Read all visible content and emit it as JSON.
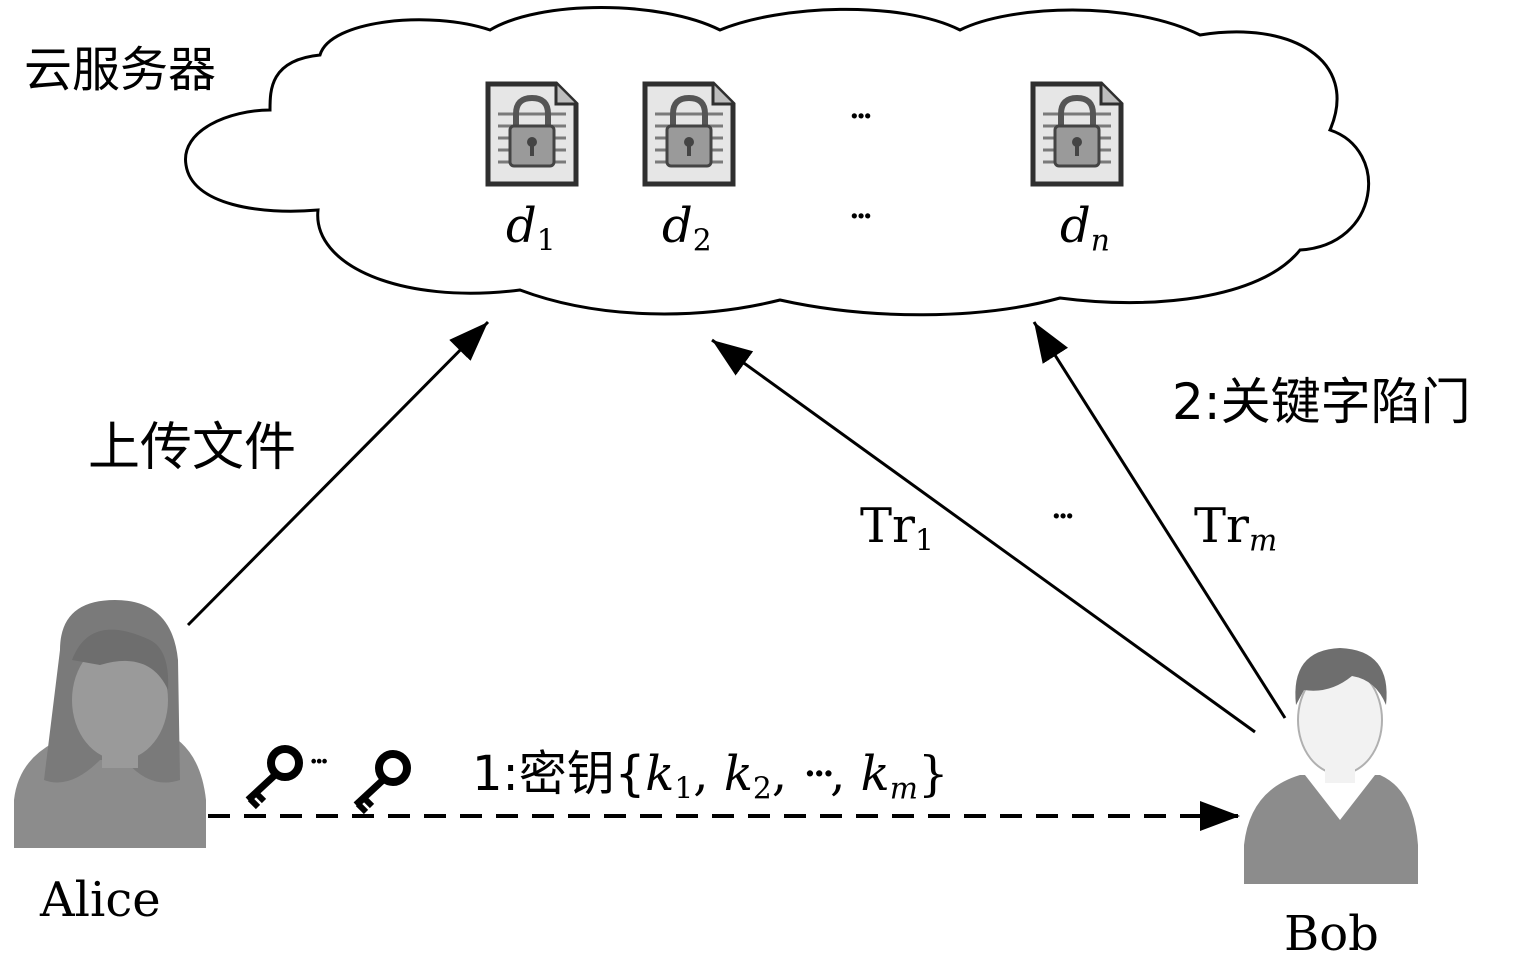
{
  "cloud": {
    "title": "云服务器",
    "docs": [
      {
        "sym": "d",
        "sub": "1"
      },
      {
        "sym": "d",
        "sub": "2"
      },
      {
        "sym": "d",
        "sub": "n"
      }
    ],
    "ellipsis_top": "···",
    "ellipsis_bottom": "···"
  },
  "alice": {
    "name": "Alice"
  },
  "bob": {
    "name": "Bob"
  },
  "upload_label": "上传文件",
  "trapdoor": {
    "label": "2:关键字陷门",
    "tr1_main": "Tr",
    "tr1_sub": "1",
    "trm_main": "Tr",
    "trm_sub": "m",
    "ellipsis": "···"
  },
  "keys": {
    "label_prefix": "1:密钥{",
    "k": "k",
    "sep": ", ",
    "dots": "···",
    "sub1": "1",
    "sub2": "2",
    "subm": "m",
    "close": "}",
    "icons_dots": "···"
  },
  "colors": {
    "person": "#8c8c8c",
    "face": "#ffffff",
    "line": "#000000",
    "doc_border": "#2f2f2f",
    "doc_fill": "#cfcfcf"
  }
}
